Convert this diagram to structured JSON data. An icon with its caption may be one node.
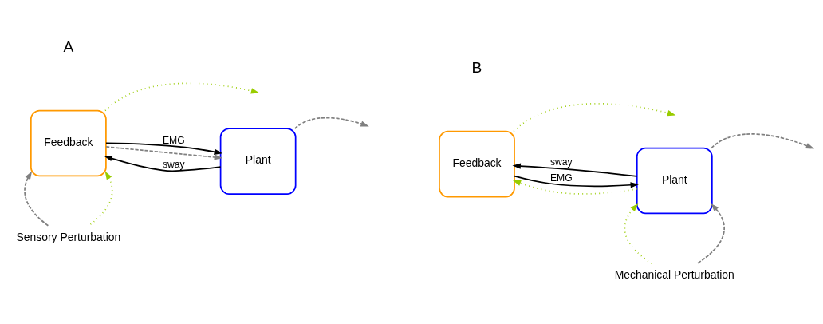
{
  "diagram": {
    "nodes": [
      {
        "text": [
          "Feedback"
        ]
      },
      {
        "text": [
          "Plant"
        ]
      },
      {
        "text": [
          "Sensory Perturbation"
        ]
      },
      {
        "text": [
          "Feedback"
        ]
      },
      {
        "text": [
          "Plant"
        ]
      },
      {
        "text": [
          "Mechanical Perturbation"
        ]
      }
    ],
    "edges": [
      {
        "from": 0,
        "to": null,
        "arrow": "to",
        "style": "dashed",
        "color": "#99cc00"
      },
      {
        "from": 0,
        "to": 1,
        "arrow": "to",
        "label": "EMG",
        "color": "#000000"
      },
      {
        "from": 0,
        "to": 1,
        "arrow": "to",
        "style": "dashed",
        "color": "#808080"
      },
      {
        "from": 1,
        "to": 0,
        "arrow": "to",
        "label": "sway",
        "color": "#000000"
      },
      {
        "from": 1,
        "to": null,
        "arrow": "to",
        "style": "dashed",
        "color": "#808080"
      },
      {
        "from": 2,
        "to": 0,
        "arrow": "to",
        "style": "dashed",
        "color": "#99cc00"
      },
      {
        "from": 2,
        "to": 0,
        "arrow": "to",
        "style": "dashed",
        "color": "#808080"
      },
      {
        "from": 3,
        "to": null,
        "arrow": "to",
        "style": "dashed",
        "color": "#99cc00"
      },
      {
        "from": 3,
        "to": 4,
        "arrow": "to",
        "label": "EMG",
        "color": "#000000"
      },
      {
        "from": 4,
        "to": 3,
        "arrow": "to",
        "style": "dashed",
        "color": "#99cc00"
      },
      {
        "from": 4,
        "to": 3,
        "arrow": "to",
        "label": "sway",
        "color": "#000000"
      },
      {
        "from": 4,
        "to": null,
        "arrow": "to",
        "style": "dashed",
        "color": "#808080"
      },
      {
        "from": 5,
        "to": 4,
        "arrow": "to",
        "style": "dashed",
        "color": "#808080"
      },
      {
        "from": 5,
        "to": 4,
        "arrow": "to",
        "style": "dashed",
        "color": "#99cc00"
      }
    ],
    "labels": [
      "A",
      "B"
    ]
  }
}
